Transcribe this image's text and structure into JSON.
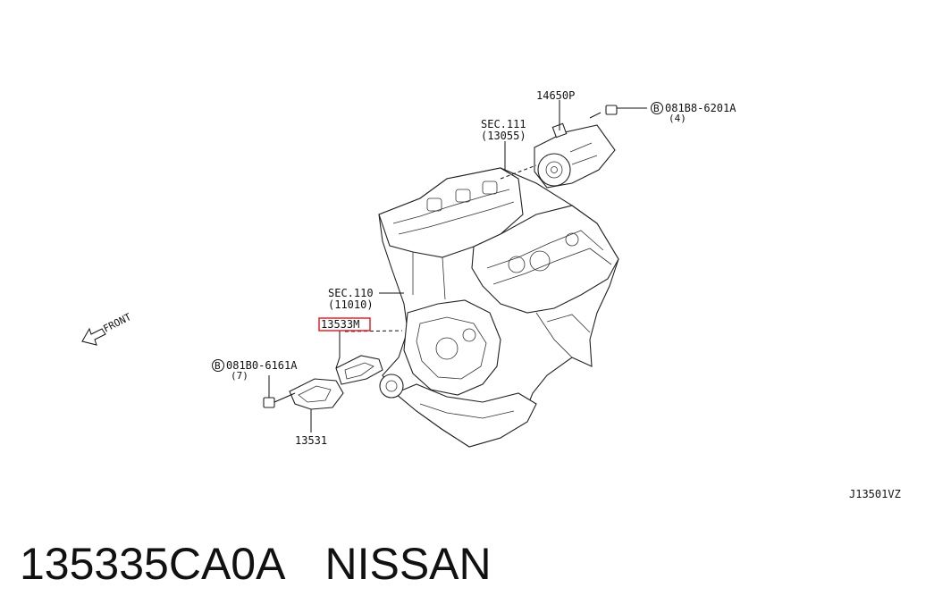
{
  "diagram": {
    "callouts": {
      "part_14650p": "14650P",
      "bolt_top": "081B8-6201A",
      "bolt_top_qty": "(4)",
      "sec111": "SEC.111",
      "sec111_ref": "(13055)",
      "sec110": "SEC.110",
      "sec110_ref": "(11010)",
      "highlighted_part": "13533M",
      "bolt_left": "081B0-6161A",
      "bolt_left_qty": "(7)",
      "part_13531": "13531",
      "front_label": "FRONT",
      "bolt_symbol": "B"
    },
    "diagram_id": "J13501VZ",
    "highlight_color": "#e8202a"
  },
  "caption": {
    "part_number": "135335CA0A",
    "brand": "NISSAN"
  }
}
